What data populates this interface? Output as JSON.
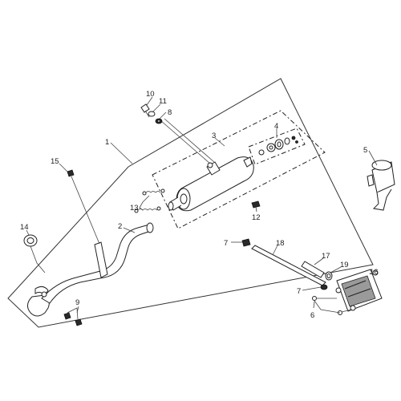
{
  "diagram": {
    "callouts": {
      "c1": "1",
      "c2": "2",
      "c3": "3",
      "c4": "4",
      "c5": "5",
      "c6": "6",
      "c7a": "7",
      "c7b": "7",
      "c8": "8",
      "c9": "9",
      "c10": "10",
      "c11": "11",
      "c12": "12",
      "c13": "13",
      "c14": "14",
      "c15": "15",
      "c16": "16",
      "c17": "17",
      "c18": "18",
      "c19": "19"
    }
  }
}
